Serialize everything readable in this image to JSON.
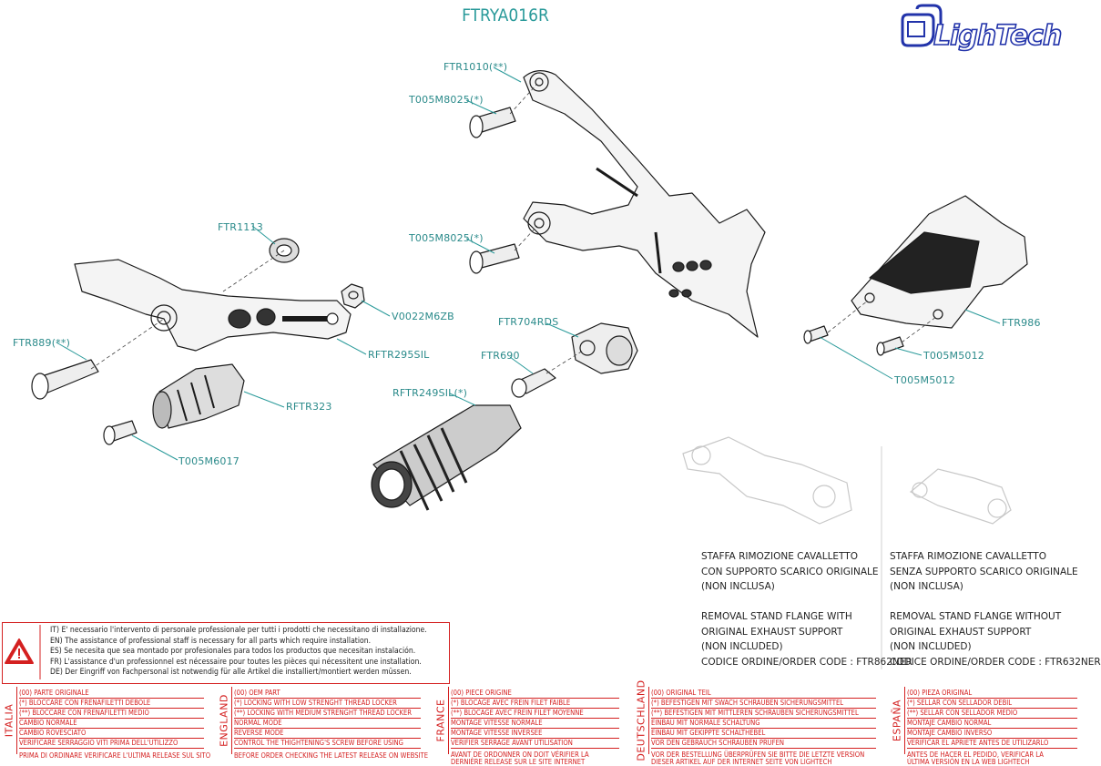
{
  "title": "FTRYA016R",
  "logo": {
    "text": "LighTech",
    "icon": "lightech-logo-icon",
    "color": "#2233aa"
  },
  "colors": {
    "label": "#2a8a8a",
    "warning": "#d42020",
    "lines": "#222222"
  },
  "part_labels": [
    "FTR1010(**)",
    "T005M8025(*)",
    "T005M8025(*)",
    "FTR1113",
    "V0022M6ZB",
    "RFTR295SIL",
    "FTR889(**)",
    "RFTR323",
    "T005M6017",
    "FTR704RDS",
    "FTR690",
    "RFTR249SIL(*)",
    "FTR986",
    "T005M5012",
    "T005M5012"
  ],
  "flange_notes": {
    "with_support": [
      "STAFFA RIMOZIONE CAVALLETTO",
      "CON SUPPORTO SCARICO ORIGINALE",
      "(NON INCLUSA)",
      "",
      "REMOVAL STAND FLANGE WITH",
      "ORIGINAL EXHAUST SUPPORT",
      "(NON INCLUDED)",
      "CODICE ORDINE/ORDER CODE : FTR862NER"
    ],
    "without_support": [
      "STAFFA RIMOZIONE CAVALLETTO",
      "SENZA SUPPORTO SCARICO ORIGINALE",
      "(NON INCLUSA)",
      "",
      "REMOVAL STAND FLANGE WITHOUT",
      "ORIGINAL EXHAUST SUPPORT",
      "(NON INCLUDED)",
      "CODICE ORDINE/ORDER CODE : FTR632NER"
    ]
  },
  "warning": {
    "icon": "warning-triangle-icon",
    "lines": [
      "IT)   E' necessario l'intervento di personale professionale per tutti i prodotti che necessitano di installazione.",
      "EN)   The assistance of professional staff is necessary for all parts which require installation.",
      "ES)   Se necesita que sea montado por profesionales para todos los productos que necesitan instalación.",
      "FR)   L'assistance d'un professionnel est nécessaire pour toutes les pièces qui nécessitent une installation.",
      "DE)  Der Eingriff von Fachpersonal ist notwendig  für alle Artikel die installiert/montiert werden müssen."
    ]
  },
  "languages": [
    {
      "name": "ITALIA",
      "rows": [
        "(00) PARTE ORIGINALE",
        "(*)   BLOCCARE CON FRENAFILETTI DEBOLE",
        "(**)  BLOCCARE CON FRENAFILETTI MEDIO",
        "CAMBIO NORMALE",
        "CAMBIO ROVESCIATO",
        "VERIFICARE SERRAGGIO VITI PRIMA DELL'UTILIZZO"
      ],
      "last": [
        "PRIMA DI ORDINARE VERIFICARE L'ULTIMA RELEASE SUL SITO"
      ]
    },
    {
      "name": "ENGLAND",
      "rows": [
        "(00) OEM PART",
        "(*)   LOCKING WITH LOW STRENGHT THREAD LOCKER",
        "(**)  LOCKING WITH MEDIUM STRENGHT THREAD LOCKER",
        "NORMAL MODE",
        "REVERSE MODE",
        "CONTROL THE THIGHTENING'S SCREW BEFORE USING"
      ],
      "last": [
        "BEFORE ORDER CHECKING THE LATEST RELEASE ON WEBSITE"
      ]
    },
    {
      "name": "FRANCE",
      "rows": [
        "(00) PIECE ORIGINE",
        "(*)   BLOCAGE AVEC FREIN FILET FAIBLE",
        "(**)  BLOCAGE AVEC FREIN FILET MOYENNE",
        "MONTAGE VITESSE NORMALE",
        "MONTAGE VITESSE INVERSEE",
        "VERIFIER SERRAGE AVANT UTILISATION"
      ],
      "last": [
        "AVANT DE ORDONNER ON DOIT VÉRIFIER LA",
        "DERNIÈRE RELEASE SUR LE SITE INTERNET"
      ]
    },
    {
      "name": "DEUTSCHLAND",
      "rows": [
        "(00) ORIGINAL TEIL",
        "(*)   BEFESTIGEN MIT SWACH SCHRAUBEN SICHERUNGSMITTEL",
        "(**)  BEFESTIGEN MIT MITTLEREN SCHRAUBEN SICHERUNGSMITTEL",
        "EINBAU MIT NORMALE SCHALTUNG",
        "EINBAU MIT GEKIPPTE SCHALTHEBEL",
        "VOR DEN GEBRAUCH SCHRAUBEN PRUFEN"
      ],
      "last": [
        "VOR DER BESTELLUNG ÜBERPRÜFEN SIE BITTE DIE LETZTE VERSION",
        "DIESER ARTIKEL AUF DER INTERNET SEITE VON LIGHTECH"
      ]
    },
    {
      "name": "ESPAÑA",
      "rows": [
        "(00) PIEZA ORIGINAL",
        "(*)   SELLAR CON SELLADOR DEBIL",
        "(**)  SELLAR CON SELLADOR MEDIO",
        "MONTAJE  CAMBIO NORMAL",
        "MONTAJE CAMBIO INVERSO",
        "VERIFICAR EL APRIETE ANTES DE UTILIZARLO"
      ],
      "last": [
        "ANTES DE HACER EL PEDIDO, VERIFICAR LA",
        "ÚLTIMA VERSIÓN EN LA WEB LIGHTECH"
      ]
    }
  ]
}
